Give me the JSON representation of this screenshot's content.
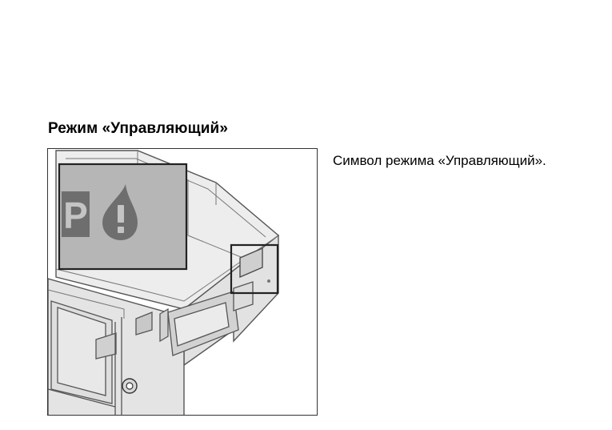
{
  "section": {
    "heading": "Режим «Управляющий»"
  },
  "figure": {
    "indicator_letter": "P",
    "icons": [
      "parking-p-icon",
      "drop-exclamation-icon",
      "key-lock-icon"
    ]
  },
  "caption": {
    "text": "Символ режима «Управляющий»."
  }
}
